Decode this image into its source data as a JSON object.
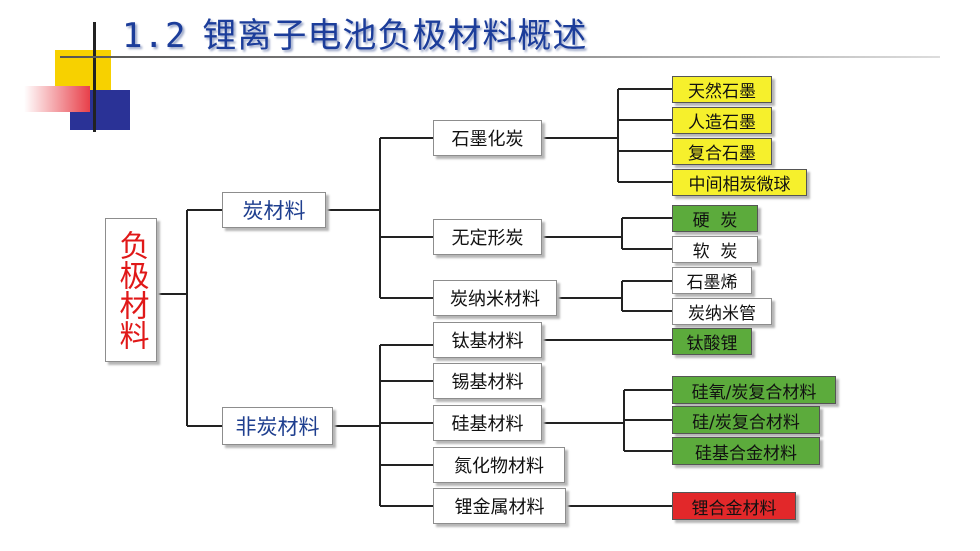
{
  "slide": {
    "number": "1.2",
    "title": "锂离子电池负极材料概述"
  },
  "tree": {
    "root": "负极材料",
    "carbon": {
      "label": "炭材料",
      "graphitized": {
        "label": "石墨化炭",
        "children": [
          "天然石墨",
          "人造石墨",
          "复合石墨",
          "中间相炭微球"
        ]
      },
      "amorphous": {
        "label": "无定形炭",
        "children": [
          "硬  炭",
          "软  炭"
        ]
      },
      "nano": {
        "label": "炭纳米材料",
        "children": [
          "石墨烯",
          "炭纳米管"
        ]
      }
    },
    "non_carbon": {
      "label": "非炭材料",
      "titanium": {
        "label": "钛基材料",
        "children": [
          "钛酸锂"
        ]
      },
      "tin": {
        "label": "锡基材料"
      },
      "silicon": {
        "label": "硅基材料",
        "children": [
          "硅氧/炭复合材料",
          "硅/炭复合材料",
          "硅基合金材料"
        ]
      },
      "nitride": {
        "label": "氮化物材料"
      },
      "lithium_metal": {
        "label": "锂金属材料",
        "children": [
          "锂合金材料"
        ]
      }
    }
  },
  "colors": {
    "title": "#1c3d9a",
    "root_text": "#e01818",
    "graphite_leaf": "#f6f02c",
    "green_leaf": "#5cab3c",
    "alloy_leaf": "#e2282a"
  }
}
